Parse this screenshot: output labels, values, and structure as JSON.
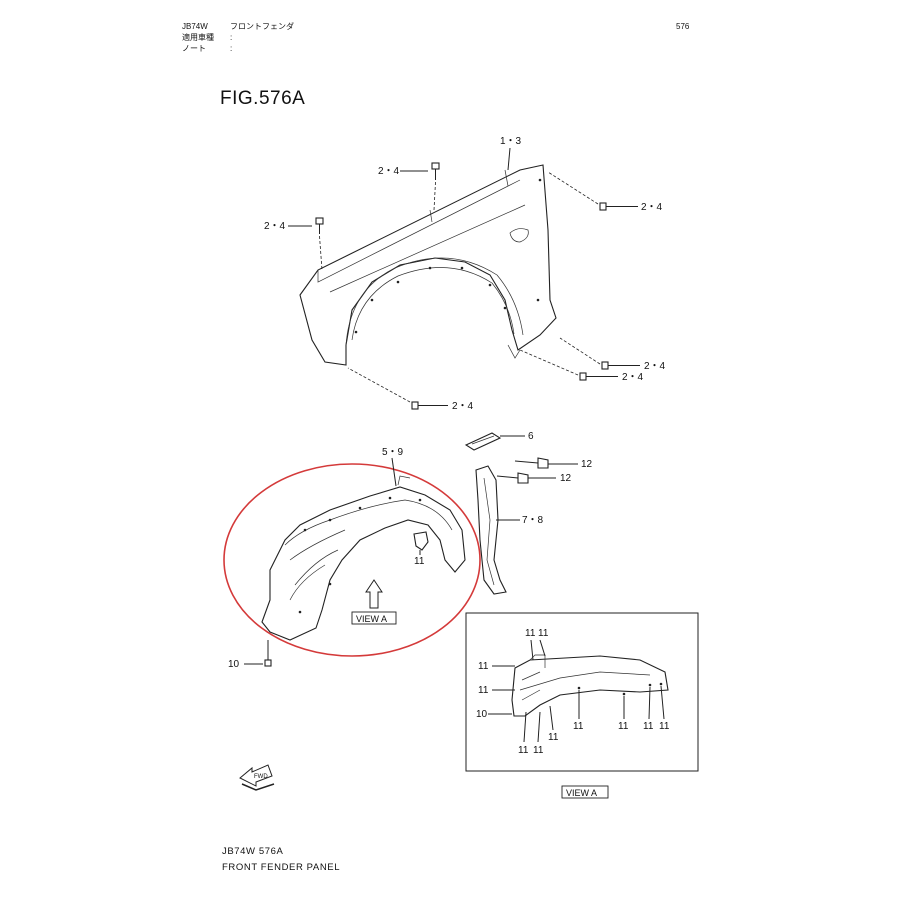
{
  "header": {
    "model": "JB74W",
    "part_name_jp": "フロントフェンダ",
    "page_number": "576",
    "applicable_models_label": "適用車種",
    "applicable_models_value": ":",
    "note_label": "ノート",
    "note_value": ":"
  },
  "figure_title": "FIG.576A",
  "callouts": {
    "fender_main": "1・3",
    "bolt_top": "2・4",
    "bolt_left": "2・4",
    "bolt_right": "2・4",
    "bolt_lower_right_a": "2・4",
    "bolt_lower_right_b": "2・4",
    "bolt_bottom": "2・4",
    "liner": "5・9",
    "bracket_6": "6",
    "screw_12a": "12",
    "screw_12b": "12",
    "extension": "7・8",
    "clip_11": "11",
    "screw_10": "10",
    "view_a_label": "VIEW A",
    "fwd": "FWD"
  },
  "view_a_box": {
    "title": "VIEW A",
    "labels": [
      "11",
      "11",
      "11",
      "10",
      "11",
      "11",
      "11",
      "11",
      "11",
      "11",
      "11",
      "11"
    ]
  },
  "footer": {
    "code": "JB74W 576A",
    "description": "FRONT FENDER PANEL"
  },
  "colors": {
    "highlight_circle": "#d43a3a",
    "line": "#222222"
  }
}
